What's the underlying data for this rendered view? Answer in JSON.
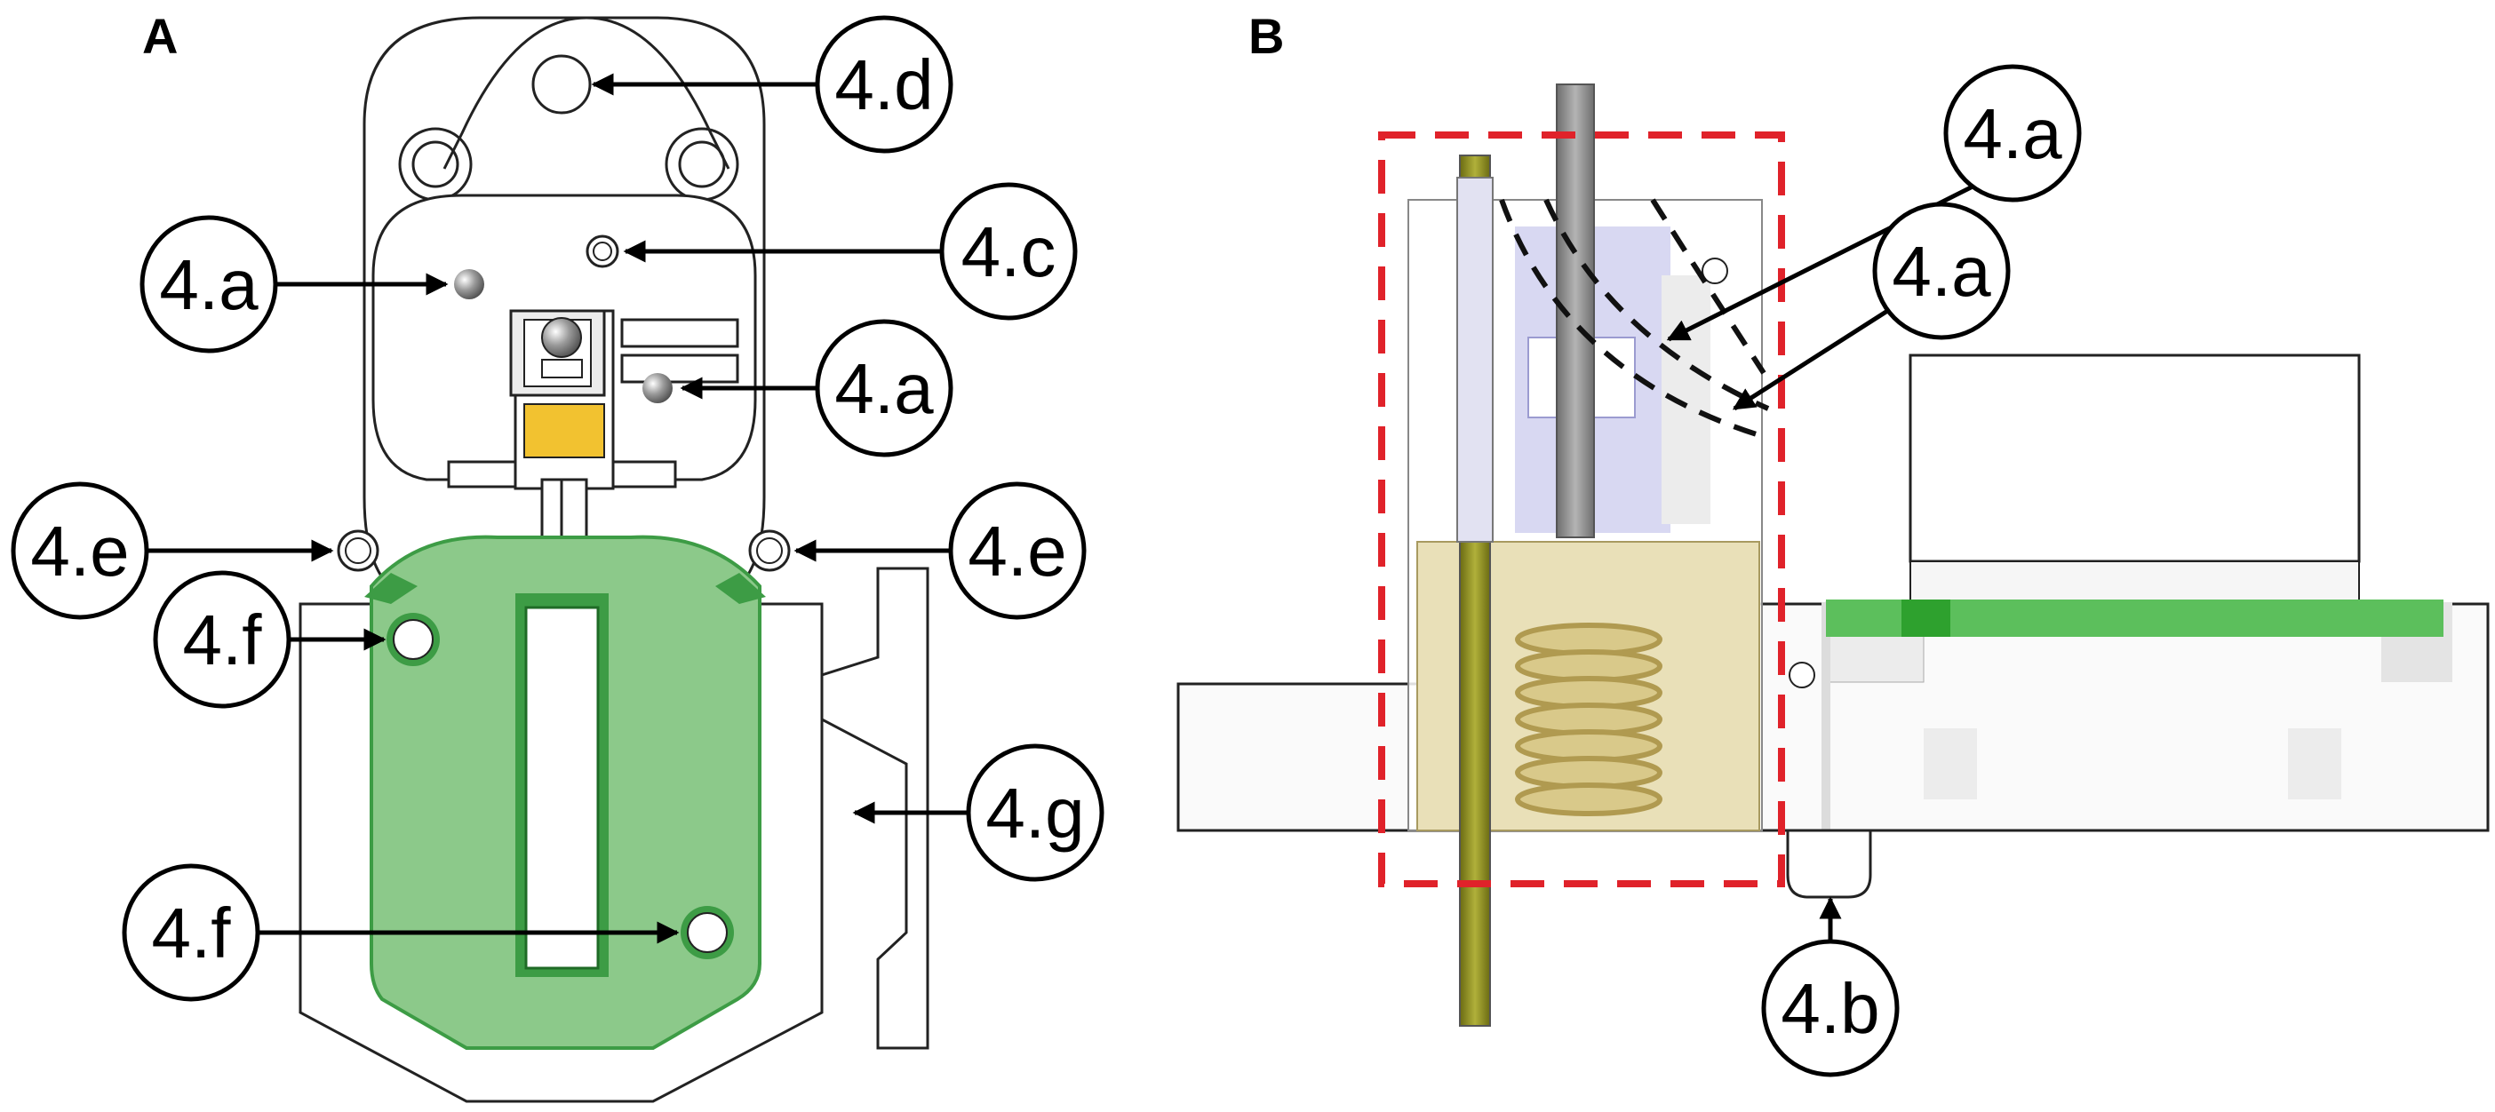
{
  "panels": {
    "a": {
      "letter": "A"
    },
    "b": {
      "letter": "B"
    }
  },
  "callouts": {
    "a_4d": "4.d",
    "a_4a_top": "4.a",
    "a_4c": "4.c",
    "a_4a_mid": "4.a",
    "a_4e_left": "4.e",
    "a_4e_right": "4.e",
    "a_4f_top": "4.f",
    "a_4g": "4.g",
    "a_4f_bottom": "4.f",
    "b_4a_upper": "4.a",
    "b_4a_lower": "4.a",
    "b_4b": "4.b"
  },
  "colors": {
    "outline": "#000000",
    "green_fill": "#8cc98a",
    "green_dark": "#3d9c45",
    "dashed_box": "#e0222a",
    "spring": "#d9c98a",
    "spring_housing": "#e9e0b8",
    "rod_olive": "#8a8a22",
    "rod_grey": "#8a8a8a",
    "bearing_gold": "#f2c230",
    "lavender": "#d8d8f2",
    "green_bar": "#5cbf5c"
  }
}
